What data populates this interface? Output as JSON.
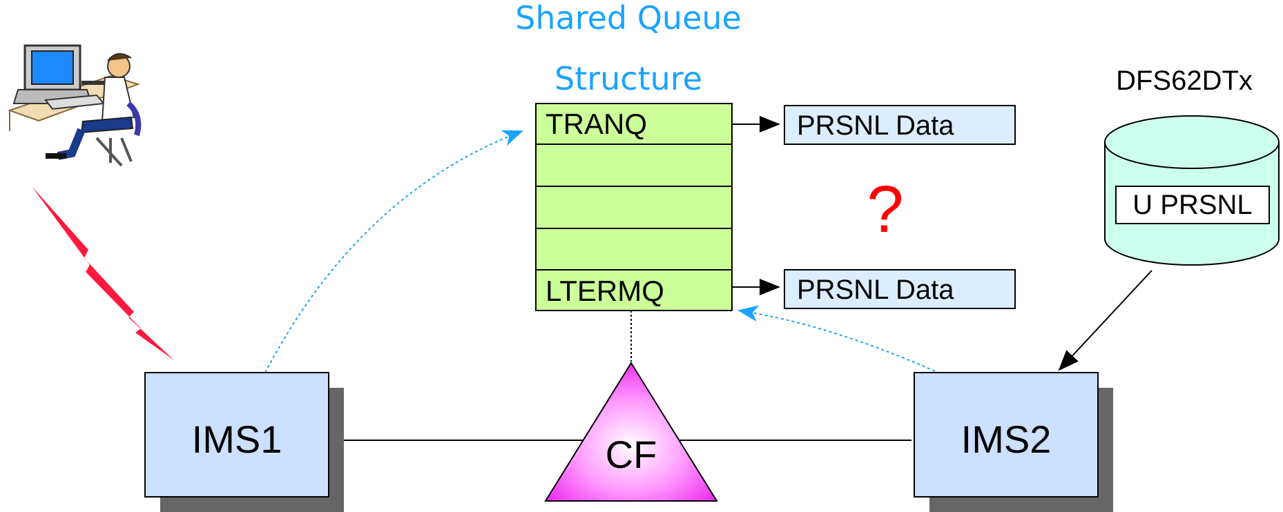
{
  "structure": {
    "title_line1": "Shared Queue",
    "title_line2": "Structure",
    "rows": [
      "TRANQ",
      "",
      "",
      "",
      "LTERMQ"
    ],
    "fill_color": "#ccff99"
  },
  "data_boxes": {
    "top_label": "PRSNL Data",
    "bottom_label": "PRSNL Data",
    "fill_color": "#dbeeff"
  },
  "question_mark": {
    "text": "?",
    "color": "#ff0000"
  },
  "dataset": {
    "name": "DFS62DTx",
    "record_label": "U PRSNL",
    "fill_color": "#ccffee"
  },
  "systems": {
    "left_label": "IMS1",
    "right_label": "IMS2",
    "box_color": "#cce0ff",
    "shadow_color": "#666666"
  },
  "coupling_facility": {
    "label": "CF",
    "color": "#ff66ff"
  },
  "colors": {
    "title_color": "#1aa3ff",
    "flow_arrow_color": "#1aa3ff",
    "lightning_color": "#ff1a3d"
  },
  "icons": {
    "user": "user-at-terminal-icon",
    "lightning": "lightning-bolt-icon",
    "database": "database-cylinder-icon"
  }
}
